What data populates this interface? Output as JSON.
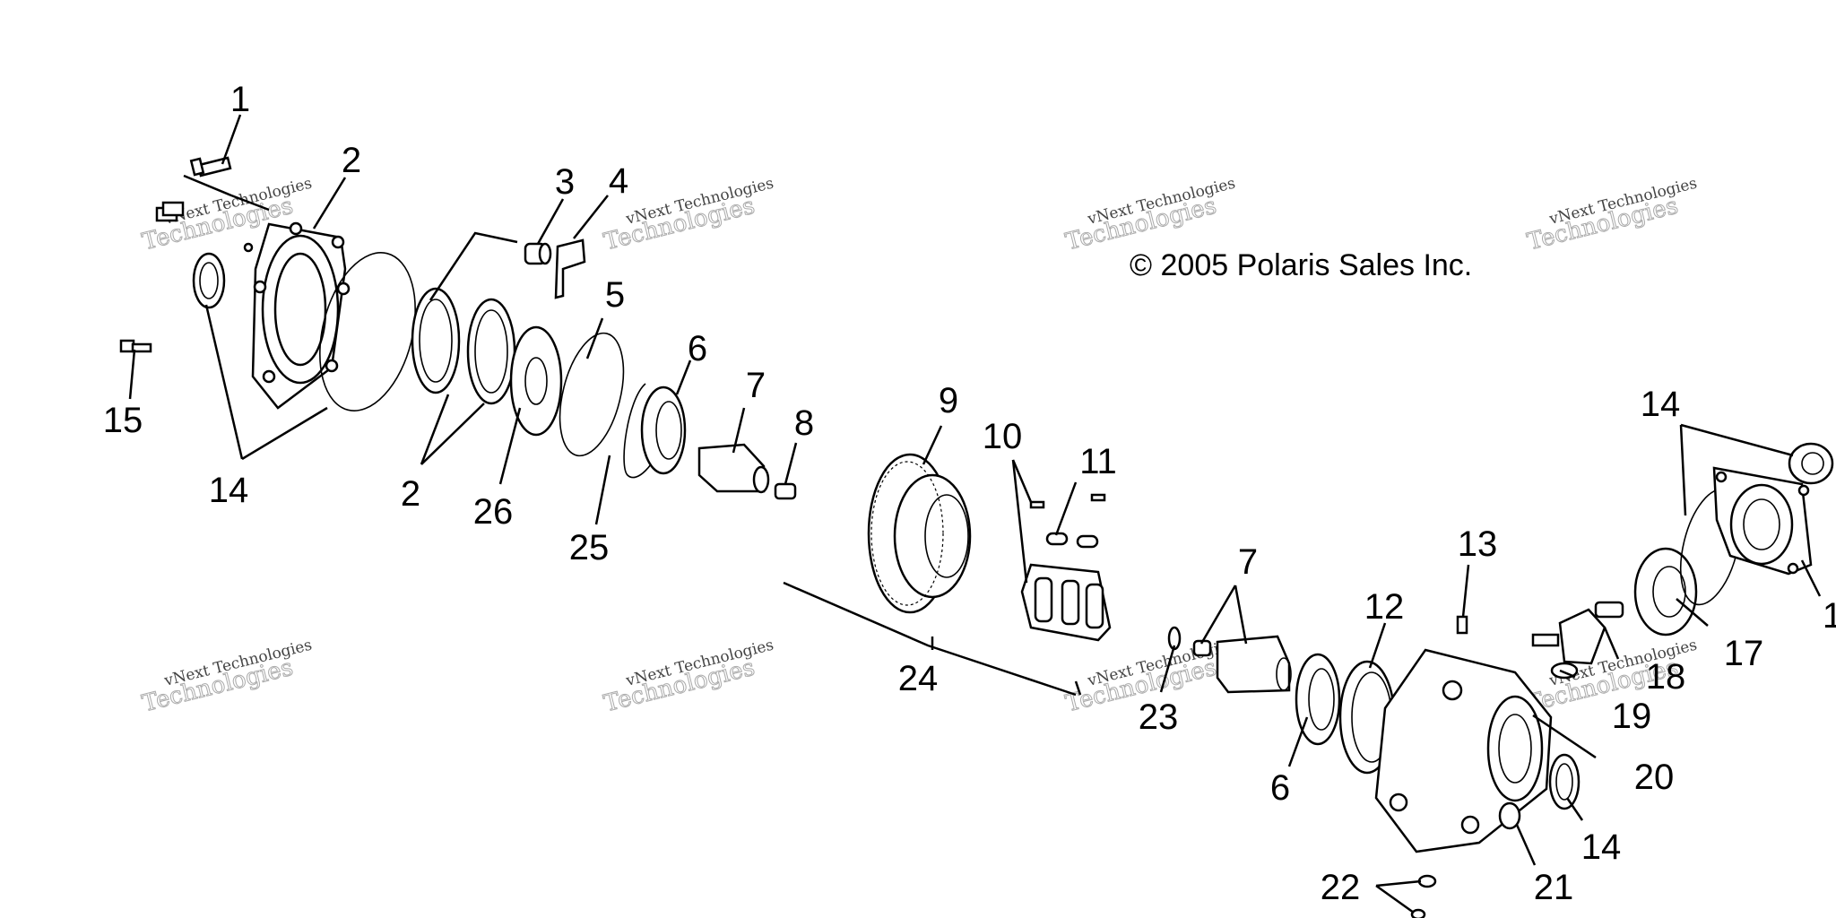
{
  "copyright": "© 2005 Polaris Sales Inc.",
  "watermark": {
    "line1": "vNext Technologies",
    "line2": "Technologies"
  },
  "callouts": [
    {
      "id": "c1",
      "label": "1"
    },
    {
      "id": "c2a",
      "label": "2"
    },
    {
      "id": "c2b",
      "label": "2"
    },
    {
      "id": "c3",
      "label": "3"
    },
    {
      "id": "c4",
      "label": "4"
    },
    {
      "id": "c5",
      "label": "5"
    },
    {
      "id": "c6a",
      "label": "6"
    },
    {
      "id": "c6b",
      "label": "6"
    },
    {
      "id": "c7a",
      "label": "7"
    },
    {
      "id": "c7b",
      "label": "7"
    },
    {
      "id": "c8",
      "label": "8"
    },
    {
      "id": "c9",
      "label": "9"
    },
    {
      "id": "c10",
      "label": "10"
    },
    {
      "id": "c11",
      "label": "11"
    },
    {
      "id": "c12",
      "label": "12"
    },
    {
      "id": "c13",
      "label": "13"
    },
    {
      "id": "c14a",
      "label": "14"
    },
    {
      "id": "c14b",
      "label": "14"
    },
    {
      "id": "c14c",
      "label": "14"
    },
    {
      "id": "c15",
      "label": "15"
    },
    {
      "id": "c16",
      "label": "1"
    },
    {
      "id": "c17",
      "label": "17"
    },
    {
      "id": "c18",
      "label": "18"
    },
    {
      "id": "c19",
      "label": "19"
    },
    {
      "id": "c20",
      "label": "20"
    },
    {
      "id": "c21",
      "label": "21"
    },
    {
      "id": "c22",
      "label": "22"
    },
    {
      "id": "c23",
      "label": "23"
    },
    {
      "id": "c24",
      "label": "24"
    },
    {
      "id": "c25",
      "label": "25"
    },
    {
      "id": "c26",
      "label": "26"
    }
  ]
}
